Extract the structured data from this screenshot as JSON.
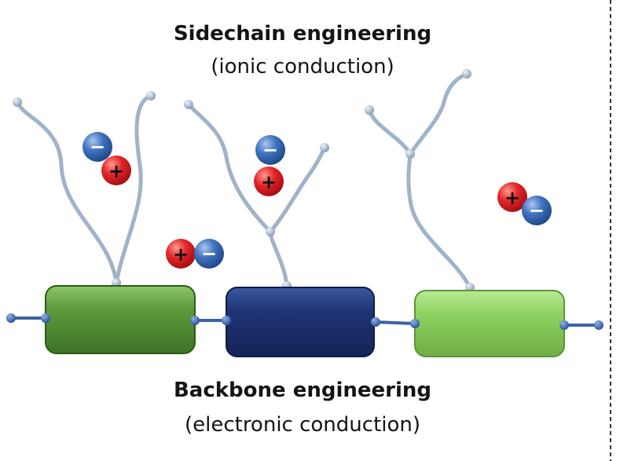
{
  "top_title": "Sidechain engineering",
  "top_subtitle": "(ionic conduction)",
  "bottom_title": "Backbone engineering",
  "bottom_subtitle": "(electronic conduction)",
  "ion_symbols": {
    "anion": "−",
    "cation": "+"
  },
  "colors": {
    "block_left": "#5c9a3c",
    "block_middle": "#1f3474",
    "block_right": "#8fd163",
    "anion": "#3f73c0",
    "cation": "#e2262a",
    "sidechain": "#9fb3c9",
    "backbone_link": "#3c62a4"
  }
}
